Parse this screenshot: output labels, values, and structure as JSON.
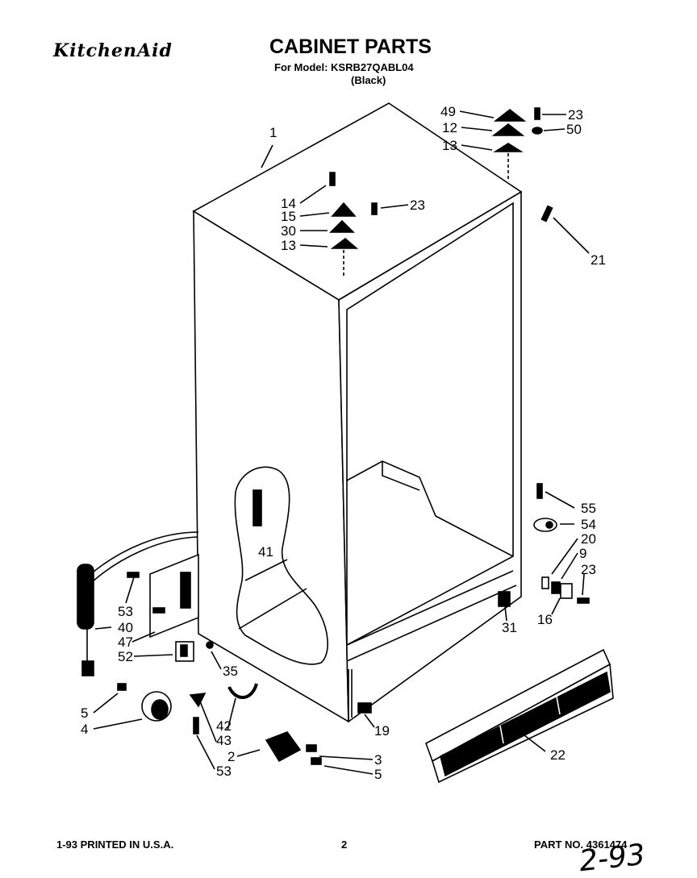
{
  "header": {
    "brand": "KitchenAid",
    "title": "CABINET PARTS",
    "model_line": "For Model: KSRB27QABL04",
    "color_line": "(Black)"
  },
  "footer": {
    "printed": "1-93 PRINTED IN U.S.A.",
    "page_number": "2",
    "part_number": "PART NO. 4361474",
    "handwritten_note": "2-93"
  },
  "callouts": [
    "1",
    "49",
    "23",
    "12",
    "50",
    "13",
    "14",
    "23",
    "15",
    "30",
    "13",
    "21",
    "41",
    "55",
    "54",
    "20",
    "9",
    "23",
    "16",
    "31",
    "53",
    "40",
    "47",
    "52",
    "35",
    "5",
    "4",
    "42",
    "43",
    "53",
    "2",
    "3",
    "5",
    "19",
    "22"
  ]
}
